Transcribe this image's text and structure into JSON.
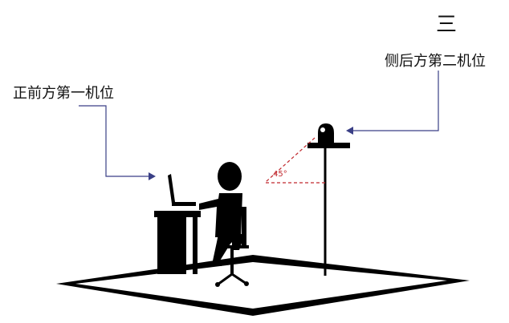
{
  "heading": "三",
  "labels": {
    "side_camera": "侧后方第二机位",
    "front_camera": "正前方第一机位",
    "angle": "45°"
  },
  "colors": {
    "arrow": "#3a3f86",
    "dashed_line": "#c0282d",
    "figure": "#000000"
  }
}
